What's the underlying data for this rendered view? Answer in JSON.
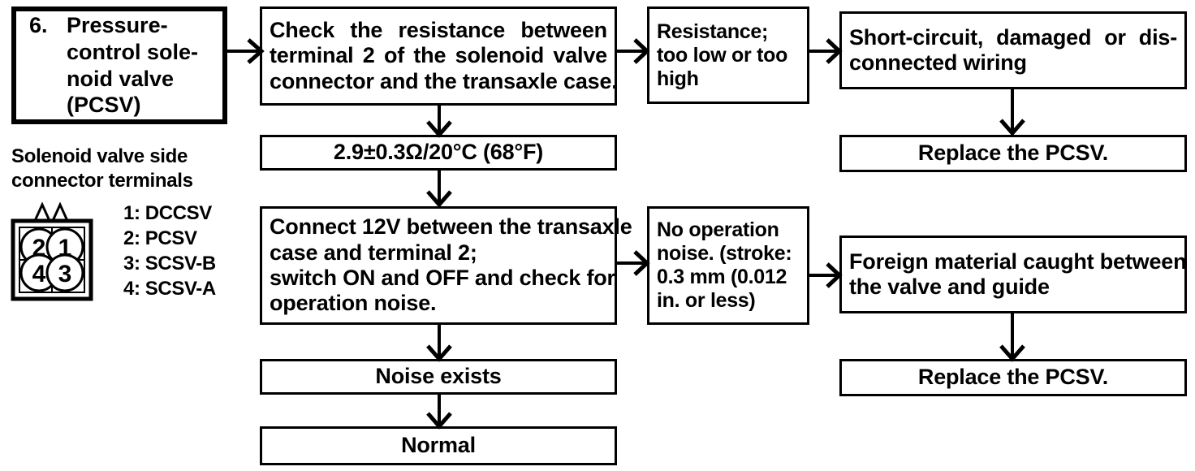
{
  "diagram": {
    "title_box": {
      "number": "6.",
      "lines": [
        "Pressure-",
        "control sole-",
        "noid valve",
        "(PCSV)"
      ]
    },
    "legend": {
      "title_lines": [
        "Solenoid valve side",
        "connector terminals"
      ],
      "pin_labels": [
        "1: DCCSV",
        "2: PCSV",
        "3: SCSV-B",
        "4: SCSV-A"
      ],
      "connector_pins": [
        {
          "position": "top-left",
          "number": "2"
        },
        {
          "position": "top-right",
          "number": "1"
        },
        {
          "position": "bottom-left",
          "number": "4"
        },
        {
          "position": "bottom-right",
          "number": "3"
        }
      ]
    },
    "steps": {
      "check_resistance": {
        "lines": [
          [
            "Check",
            "the",
            "resistance",
            "between"
          ],
          [
            "terminal",
            "2",
            "of",
            "the",
            "solenoid",
            "valve"
          ],
          [
            "connector and the transaxle case."
          ]
        ]
      },
      "resistance_spec": "2.9±0.3Ω/20°C (68°F)",
      "resistance_fault": {
        "lines": [
          "Resistance;",
          "too low or too",
          "high"
        ]
      },
      "wiring_fault": {
        "lines": [
          [
            "Short-circuit,",
            "damaged",
            "or",
            "dis-"
          ],
          [
            "connected wiring"
          ]
        ]
      },
      "replace_pcsv_top": "Replace the PCSV.",
      "connect_12v": {
        "lines": [
          "Connect 12V between the transaxle",
          "case and terminal 2;",
          "switch ON and OFF and check for",
          "operation noise."
        ]
      },
      "no_operation_noise": {
        "lines": [
          "No  operation",
          "noise. (stroke:",
          "0.3 mm (0.012",
          "in. or less)"
        ]
      },
      "foreign_material": {
        "lines": [
          "Foreign material caught between",
          "the valve and guide"
        ]
      },
      "replace_pcsv_bottom": "Replace the PCSV.",
      "noise_exists": "Noise exists",
      "normal": "Normal"
    },
    "colors": {
      "ink": "#000000",
      "paper": "#ffffff"
    }
  }
}
